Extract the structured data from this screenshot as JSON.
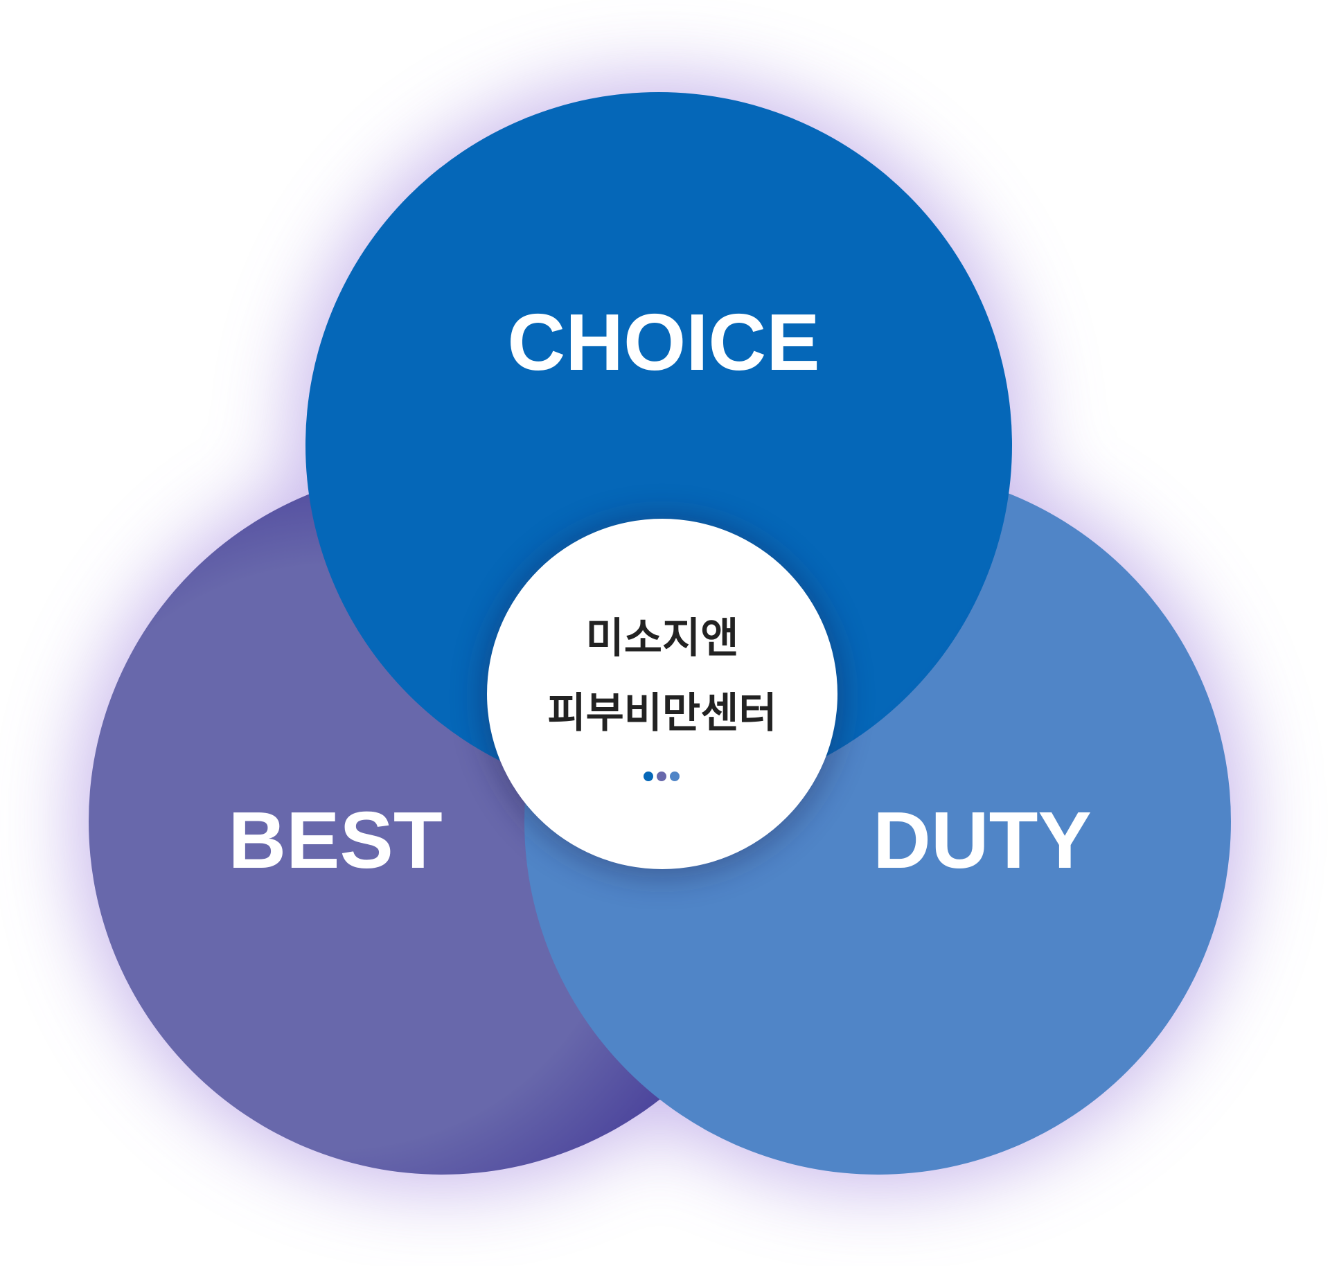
{
  "diagram": {
    "circles": [
      {
        "id": "choice",
        "label": "CHOICE",
        "color": "#0567b8"
      },
      {
        "id": "best",
        "label": "BEST",
        "color": "#6868ab"
      },
      {
        "id": "duty",
        "label": "DUTY",
        "color": "#5085c7"
      }
    ],
    "center": {
      "line1": "미소지앤",
      "line2": "피부비만센터",
      "dot_colors": [
        "#0567b8",
        "#6868ab",
        "#5085c7"
      ]
    },
    "shadow_color": "#b8a3e6"
  }
}
